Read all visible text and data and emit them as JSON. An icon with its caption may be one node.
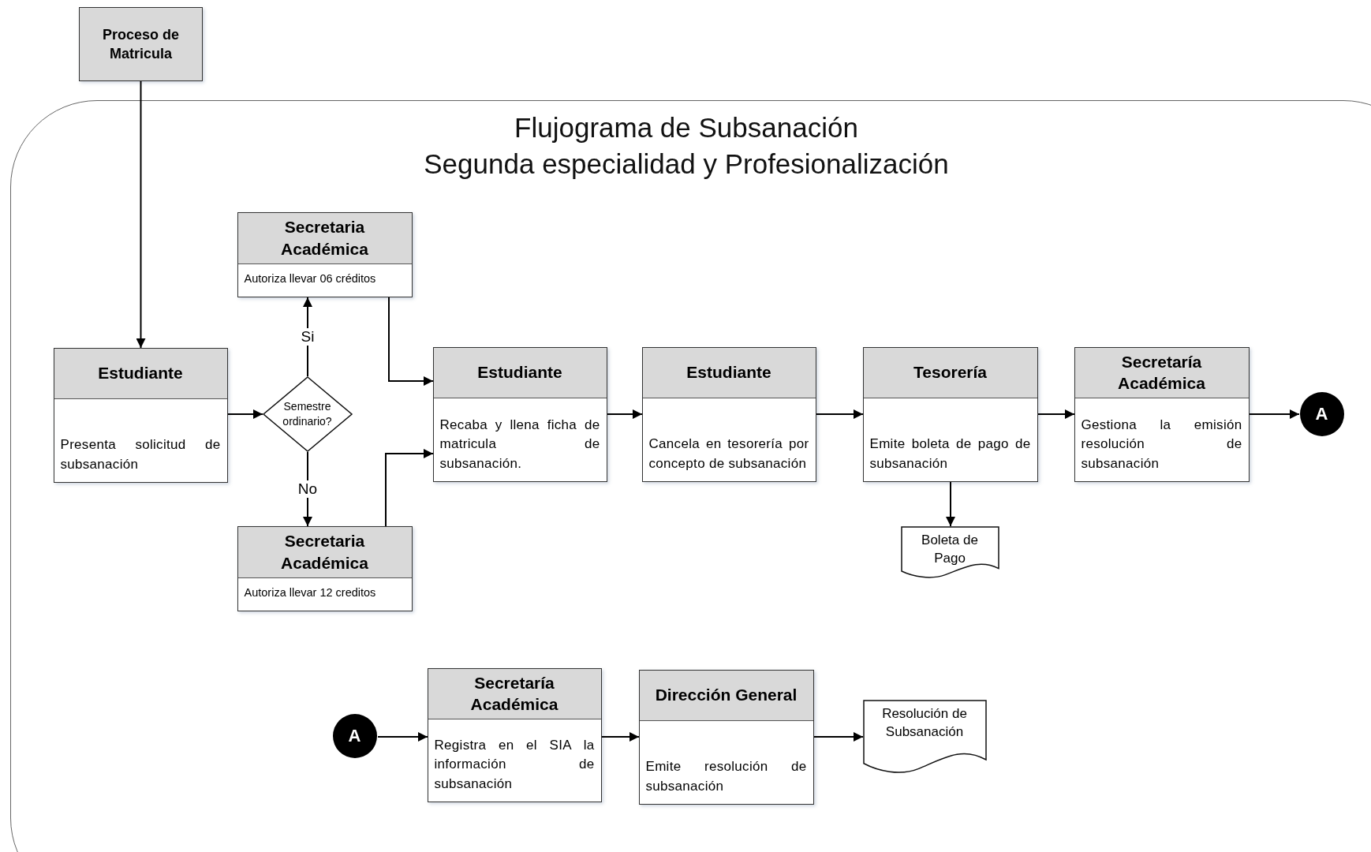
{
  "diagram": {
    "nodes": [
      {
        "text": [
          "Proceso de Matricula"
        ]
      },
      {
        "text": [
          "Flujograma de Subsanación",
          "Segunda especialidad y Profesionalización"
        ]
      },
      {
        "text": [
          "Estudiante",
          "Presenta solicitud de subsanación"
        ],
        "in": 1
      },
      {
        "text": [
          "Semestre ordinario?"
        ],
        "in": 1
      },
      {
        "text": [
          "Secretaria Académica",
          "Autoriza llevar 06 créditos"
        ],
        "in": 1
      },
      {
        "text": [
          "Secretaria Académica",
          "Autoriza llevar 12 creditos"
        ],
        "in": 1
      },
      {
        "text": [
          "Estudiante",
          "Recaba y llena ficha de matricula de subsanación."
        ],
        "in": 1
      },
      {
        "text": [
          "Estudiante",
          "Cancela en tesorería por concepto de subsanación"
        ],
        "in": 1
      },
      {
        "text": [
          "Tesorería",
          "Emite boleta de pago de subsanación"
        ],
        "in": 1
      },
      {
        "text": [
          "Secretaría Académica",
          "Gestiona la emisión resolución de subsanación"
        ],
        "in": 1
      },
      {
        "text": [
          "A"
        ],
        "in": 1
      },
      {
        "text": [
          "Boleta de Pago"
        ],
        "in": 1
      },
      {
        "text": [
          "A"
        ],
        "in": 1
      },
      {
        "text": [
          "Secretaría Académica",
          "Registra en el SIA la información de subsanación"
        ],
        "in": 1
      },
      {
        "text": [
          "Dirección General",
          "Emite resolución de subsanación"
        ],
        "in": 1
      },
      {
        "text": [
          "Resolución de Subsanación"
        ],
        "in": 1
      }
    ],
    "edges": [
      {
        "from": 0,
        "to": 2,
        "arrow": "to"
      },
      {
        "from": 2,
        "to": 3,
        "arrow": "to"
      },
      {
        "from": 3,
        "to": 4,
        "arrow": "to",
        "label": "Si"
      },
      {
        "from": 3,
        "to": 5,
        "arrow": "to",
        "label": "No"
      },
      {
        "from": 4,
        "to": 6,
        "arrow": "to"
      },
      {
        "from": 5,
        "to": 6,
        "arrow": "to"
      },
      {
        "from": 6,
        "to": 7,
        "arrow": "to"
      },
      {
        "from": 7,
        "to": 8,
        "arrow": "to"
      },
      {
        "from": 8,
        "to": 9,
        "arrow": "to"
      },
      {
        "from": 9,
        "to": 10,
        "arrow": "to"
      },
      {
        "from": 8,
        "to": 11,
        "arrow": "to"
      },
      {
        "from": 12,
        "to": 13,
        "arrow": "to"
      },
      {
        "from": 13,
        "to": 14,
        "arrow": "to"
      },
      {
        "from": 14,
        "to": 15,
        "arrow": "to"
      }
    ]
  }
}
